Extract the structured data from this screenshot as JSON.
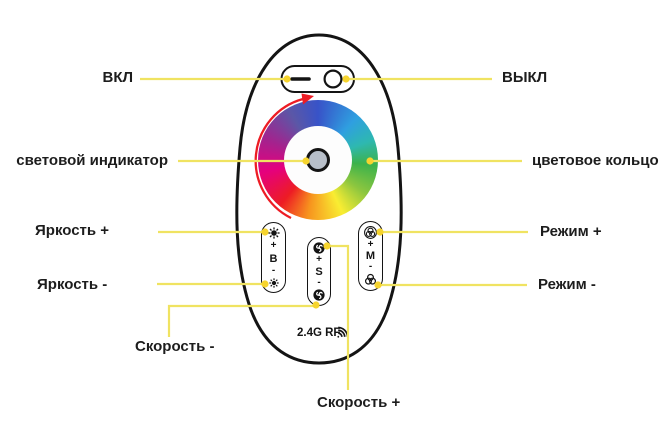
{
  "callouts": {
    "power_on": "ВКЛ",
    "power_off": "ВЫКЛ",
    "light_indicator": "световой индикатор",
    "color_ring": "цветовое кольцо",
    "brightness_plus": "Яркость +",
    "brightness_minus": "Яркость -",
    "speed_minus": "Скорость -",
    "speed_plus": "Скорость +",
    "mode_plus": "Режим +",
    "mode_minus": "Режим -"
  },
  "remote": {
    "rf_label": "2.4G RF",
    "buttons": {
      "brightness": {
        "plus": "+",
        "letter": "B",
        "minus": "-"
      },
      "speed": {
        "plus": "+",
        "letter": "S",
        "minus": "-"
      },
      "mode": {
        "plus": "+",
        "letter": "M",
        "minus": "-"
      }
    }
  },
  "colors": {
    "callout_line": "#f0e361",
    "callout_dot": "#f6d42e",
    "arrow_red": "#ed1c24",
    "outline_black": "#141414",
    "indicator_gray": "#b8bfc9"
  }
}
